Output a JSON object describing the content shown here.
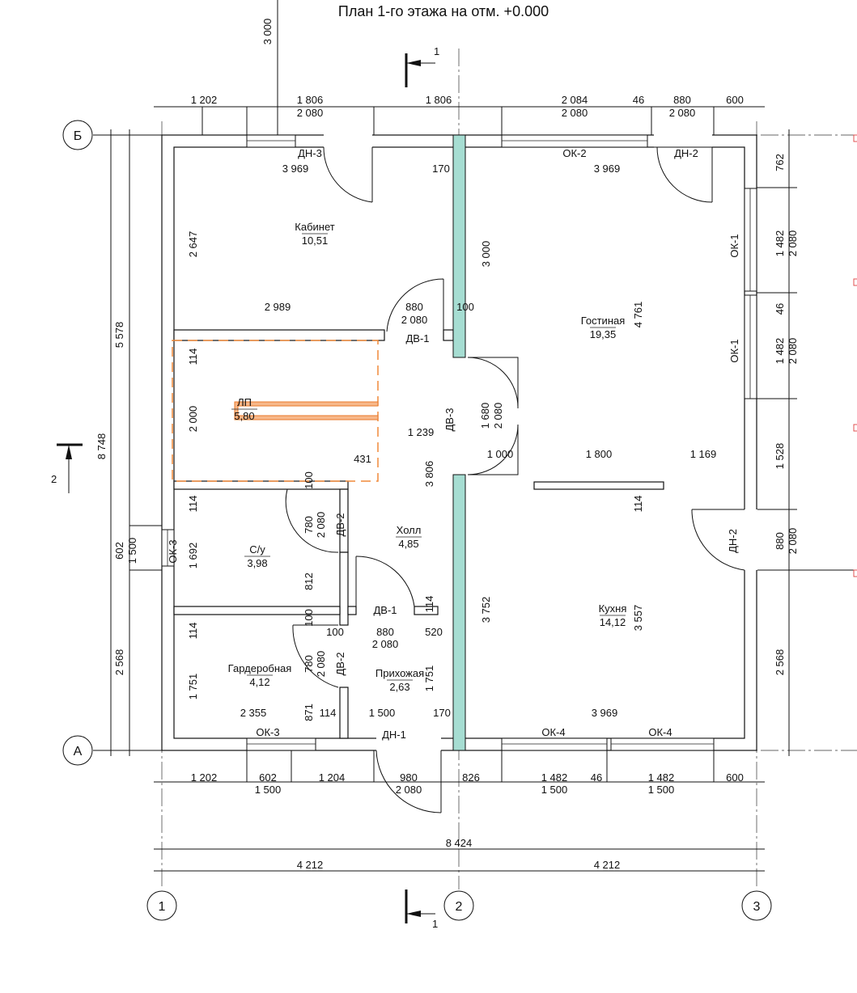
{
  "title": "План 1-го этажа на отм. +0.000",
  "axes": {
    "rows": [
      "Б",
      "А"
    ],
    "cols": [
      "1",
      "2",
      "3"
    ]
  },
  "sections": {
    "s1": "1",
    "s2": "2"
  },
  "rooms": [
    {
      "name": "Кабинет",
      "area": "10,51"
    },
    {
      "name": "Гостиная",
      "area": "19,35"
    },
    {
      "name": "ЛП",
      "area": "5,80"
    },
    {
      "name": "С/у",
      "area": "3,98"
    },
    {
      "name": "Холл",
      "area": "4,85"
    },
    {
      "name": "Кухня",
      "area": "14,12"
    },
    {
      "name": "Гардеробная",
      "area": "4,12"
    },
    {
      "name": "Прихожая",
      "area": "2,63"
    }
  ],
  "marks": [
    "ДН-3",
    "ОК-2",
    "ДН-2",
    "ДВ-1",
    "ОК-1",
    "ОК-1",
    "ДВ-3",
    "ДВ-2",
    "ОК-3",
    "ДН-2",
    "ДВ-1",
    "ДВ-2",
    "ОК-3",
    "ДН-1",
    "ОК-4",
    "ОК-4"
  ],
  "dimensions": [
    "3 000",
    "1 202",
    "1 806",
    "2 080",
    "1 806",
    "2 084",
    "2 080",
    "46",
    "880",
    "2 080",
    "600",
    "3 969",
    "170",
    "3 969",
    "2 647",
    "2 989",
    "880",
    "2 080",
    "100",
    "3 000",
    "4 761",
    "114",
    "2 000",
    "1 239",
    "1 680",
    "2 080",
    "431",
    "3 806",
    "1 000",
    "1 800",
    "1 169",
    "100",
    "114",
    "114",
    "780",
    "2 080",
    "1 692",
    "812",
    "114",
    "3 752",
    "3 557",
    "100",
    "100",
    "880",
    "520",
    "2 080",
    "114",
    "780",
    "2 080",
    "1 751",
    "1 751",
    "2 355",
    "871",
    "114",
    "1 500",
    "170",
    "3 969",
    "1 202",
    "602",
    "1 500",
    "1 204",
    "980",
    "2 080",
    "826",
    "1 482",
    "1 500",
    "46",
    "1 482",
    "1 500",
    "600",
    "8 424",
    "4 212",
    "4 212",
    "5 578",
    "8 748",
    "602",
    "1 500",
    "2 568",
    "762",
    "1 482",
    "2 080",
    "46",
    "1 482",
    "2 080",
    "1 528",
    "880",
    "2 080",
    "2 568"
  ],
  "colors": {
    "partition": "#a6ddd2",
    "stair": "#f08a3a",
    "marker": "#e05050"
  }
}
